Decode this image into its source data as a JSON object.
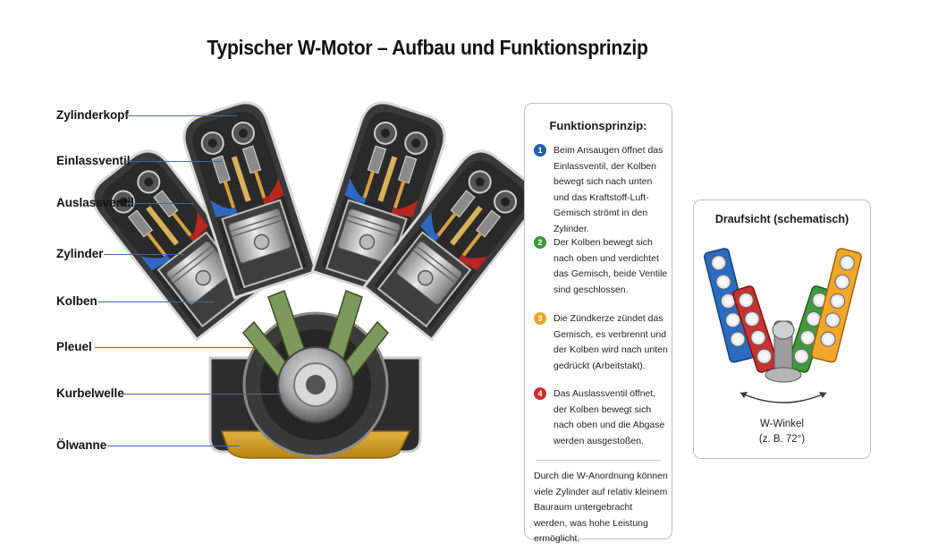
{
  "title": "Typischer W-Motor – Aufbau und Funktionsprinzip",
  "labels": [
    "Zylinderkopf",
    "Einlassventil",
    "Auslassventil",
    "Zylinder",
    "Kolben",
    "Pleuel",
    "Kurbelwelle",
    "Ölwanne"
  ],
  "function_panel": {
    "title": "Funktionsprinzip:",
    "steps": [
      {
        "num": "1",
        "color": "#1f5fb0",
        "text": "Beim Ansaugen öffnet das Einlassventil, der Kolben bewegt sich nach unten und das Kraftstoff-Luft-Gemisch strömt in den Zylinder."
      },
      {
        "num": "2",
        "color": "#3b9a3a",
        "text": "Der Kolben bewegt sich nach oben und verdichtet das Gemisch, beide Ventile sind geschlossen."
      },
      {
        "num": "3",
        "color": "#f0a323",
        "text": "Die Zündkerze zündet das Gemisch, es verbrennt und der Kolben wird nach unten gedrückt (Arbeitstakt)."
      },
      {
        "num": "4",
        "color": "#c8302c",
        "text": "Das Auslassventil öffnet, der Kolben bewegt sich nach oben und die Abgase werden ausgestoßen."
      }
    ],
    "summary": "Durch die W-Anordnung können viele Zylinder auf relativ kleinem Bauraum untergebracht werden, was hohe Leistung ermöglicht."
  },
  "top_view": {
    "title": "Draufsicht (schematisch)",
    "angle_label": "W-Winkel",
    "angle_value": "(z. B. 72°)",
    "bank_colors": [
      "#2a6bc4",
      "#c8322f",
      "#3f9a3d",
      "#f2a72b"
    ]
  }
}
